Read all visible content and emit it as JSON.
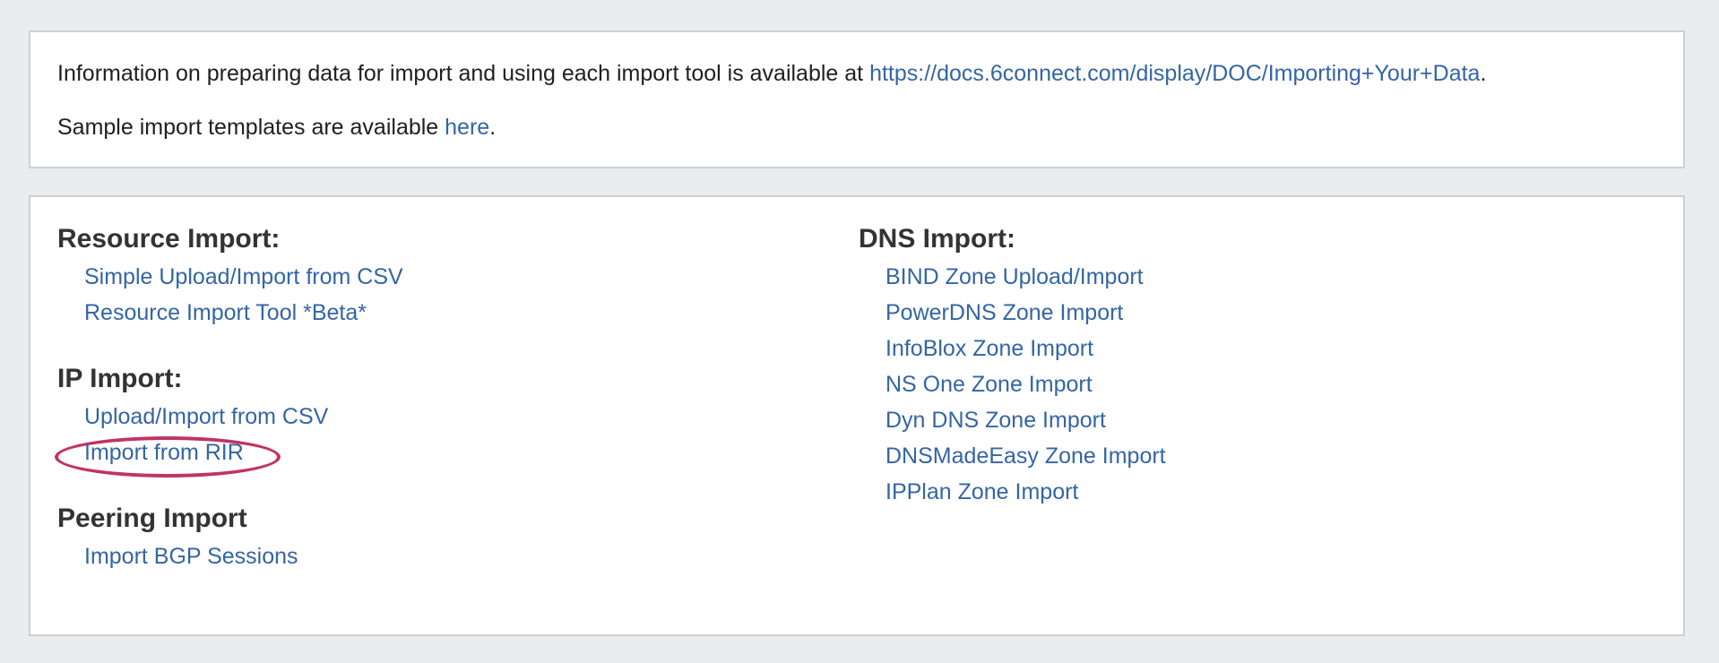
{
  "info": {
    "line1_prefix": "Information on preparing data for import and using each import tool is available at ",
    "docs_link": "https://docs.6connect.com/display/DOC/Importing+Your+Data",
    "line1_suffix": ".",
    "line2_prefix": "Sample import templates are available ",
    "here_link": "here",
    "line2_suffix": "."
  },
  "resource_import": {
    "heading": "Resource Import:",
    "items": [
      "Simple Upload/Import from CSV",
      "Resource Import Tool *Beta*"
    ]
  },
  "ip_import": {
    "heading": "IP Import:",
    "items": [
      "Upload/Import from CSV",
      "Import from RIR"
    ]
  },
  "peering_import": {
    "heading": "Peering Import",
    "items": [
      "Import BGP Sessions"
    ]
  },
  "dns_import": {
    "heading": "DNS Import:",
    "items": [
      "BIND Zone Upload/Import",
      "PowerDNS Zone Import",
      "InfoBlox Zone Import",
      "NS One Zone Import",
      "Dyn DNS Zone Import",
      "DNSMadeEasy Zone Import",
      "IPPlan Zone Import"
    ]
  },
  "colors": {
    "link": "#3465a4",
    "highlight": "#c03463",
    "background": "#eaedf0"
  }
}
